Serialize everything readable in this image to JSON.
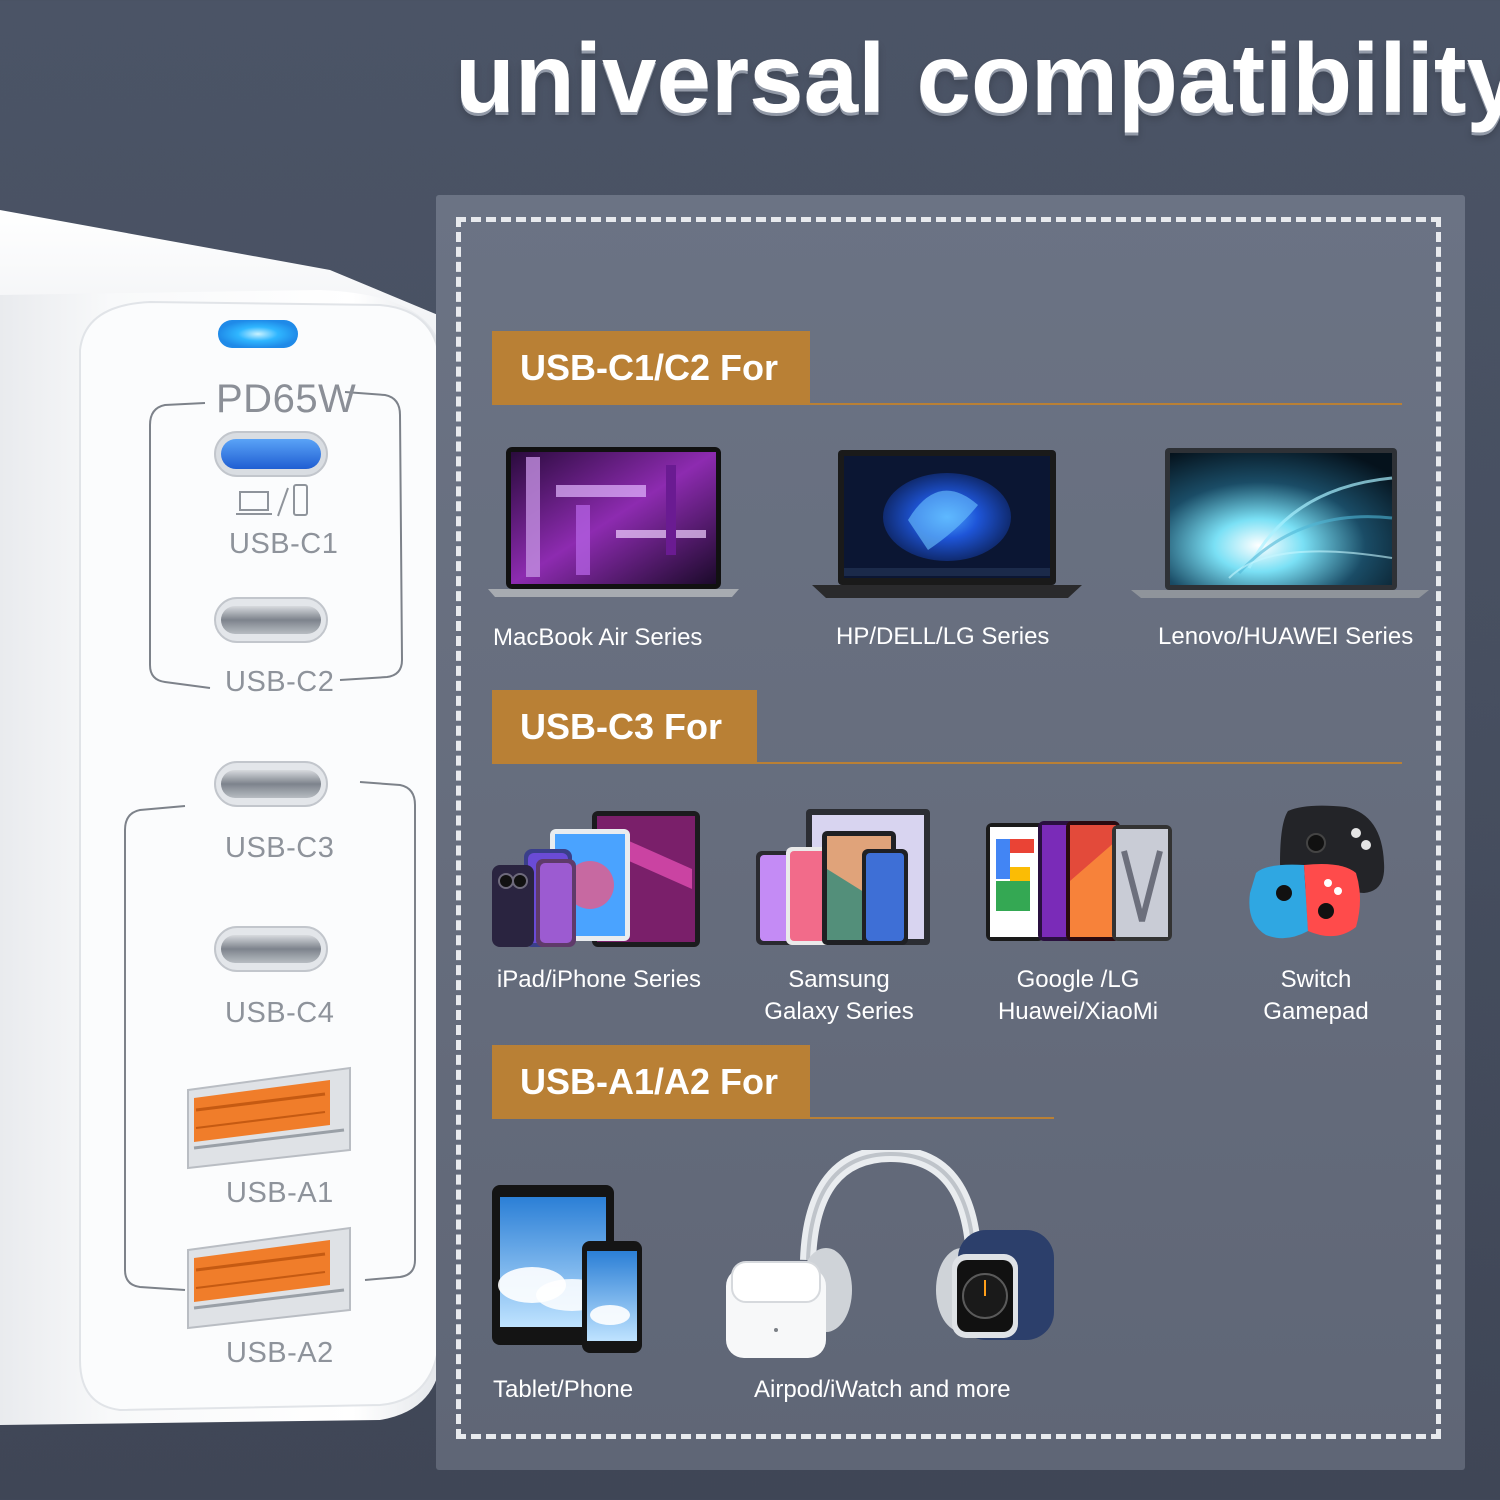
{
  "headline": "universal compatibility",
  "charger": {
    "power_label": "PD65W",
    "ports": [
      "USB-C1",
      "USB-C2",
      "USB-C3",
      "USB-C4",
      "USB-A1",
      "USB-A2"
    ]
  },
  "sections": [
    {
      "title": "USB-C1/C2 For",
      "devices": [
        "MacBook Air Series",
        "HP/DELL/LG Series",
        "Lenovo/HUAWEI Series"
      ]
    },
    {
      "title": "USB-C3 For",
      "devices": [
        {
          "line1": "iPad/iPhone Series",
          "line2": ""
        },
        {
          "line1": "Samsung",
          "line2": "Galaxy Series"
        },
        {
          "line1": "Google /LG",
          "line2": "Huawei/XiaoMi"
        },
        {
          "line1": "Switch",
          "line2": "Gamepad"
        }
      ]
    },
    {
      "title": "USB-A1/A2 For",
      "devices": [
        "Tablet/Phone",
        "Airpod/iWatch and more"
      ]
    }
  ],
  "colors": {
    "background": "#4b5466",
    "panel": "#676e7e",
    "accent": "#b98035",
    "usb_a_orange": "#f07d2a",
    "led_blue": "#27a8f5"
  },
  "icons": [
    "laptop-monitor-icon",
    "phone-icon"
  ]
}
